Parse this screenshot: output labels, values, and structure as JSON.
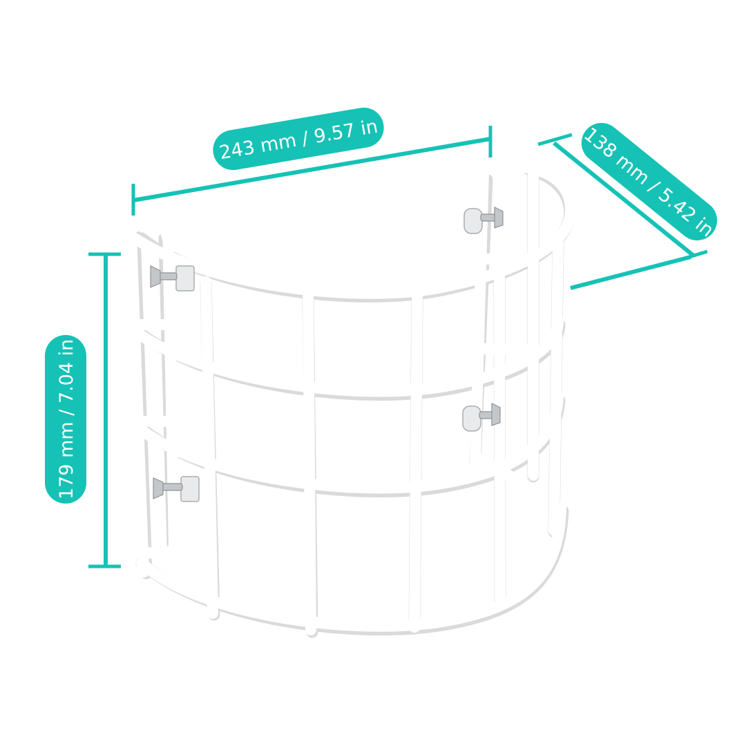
{
  "dimensions": {
    "width": "243 mm / 9.57 in",
    "depth": "138 mm / 5.42 in",
    "height": "179 mm / 7.04 in"
  },
  "colors": {
    "accent": "#16c2b5",
    "cage": "#ffffff",
    "cage_shadow": "#d9dadb",
    "background": "#ffffff"
  }
}
